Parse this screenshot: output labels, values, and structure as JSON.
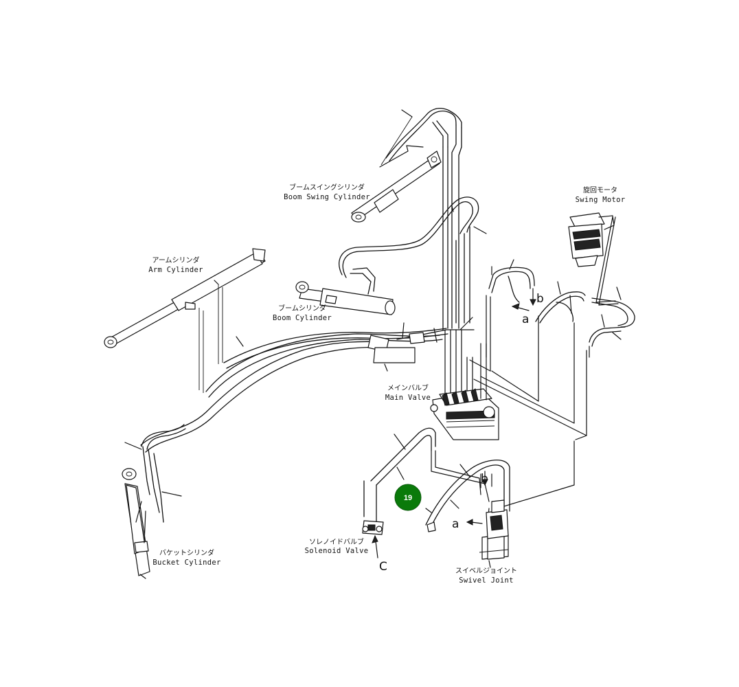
{
  "labels": {
    "boom_swing_cylinder": {
      "jp": "ブームスイングシリンダ",
      "en": "Boom Swing Cylinder"
    },
    "arm_cylinder": {
      "jp": "アームシリンダ",
      "en": "Arm Cylinder"
    },
    "boom_cylinder": {
      "jp": "ブームシリンダ",
      "en": "Boom Cylinder"
    },
    "swing_motor": {
      "jp": "旋回モータ",
      "en": "Swing Motor"
    },
    "main_valve": {
      "jp": "メインバルブ",
      "en": "Main Valve"
    },
    "bucket_cylinder": {
      "jp": "バケットシリンダ",
      "en": "Bucket Cylinder"
    },
    "solenoid_valve": {
      "jp": "ソレノイドバルブ",
      "en": "Solenoid Valve"
    },
    "swivel_joint": {
      "jp": "スイベルジョイント",
      "en": "Swivel Joint"
    }
  },
  "view_markers": {
    "a_upper": "a",
    "b_upper": "b",
    "a_lower": "a",
    "b_lower": "b",
    "c_lower": "C"
  },
  "callout": {
    "number": "19",
    "color": "#0a7a0a"
  }
}
